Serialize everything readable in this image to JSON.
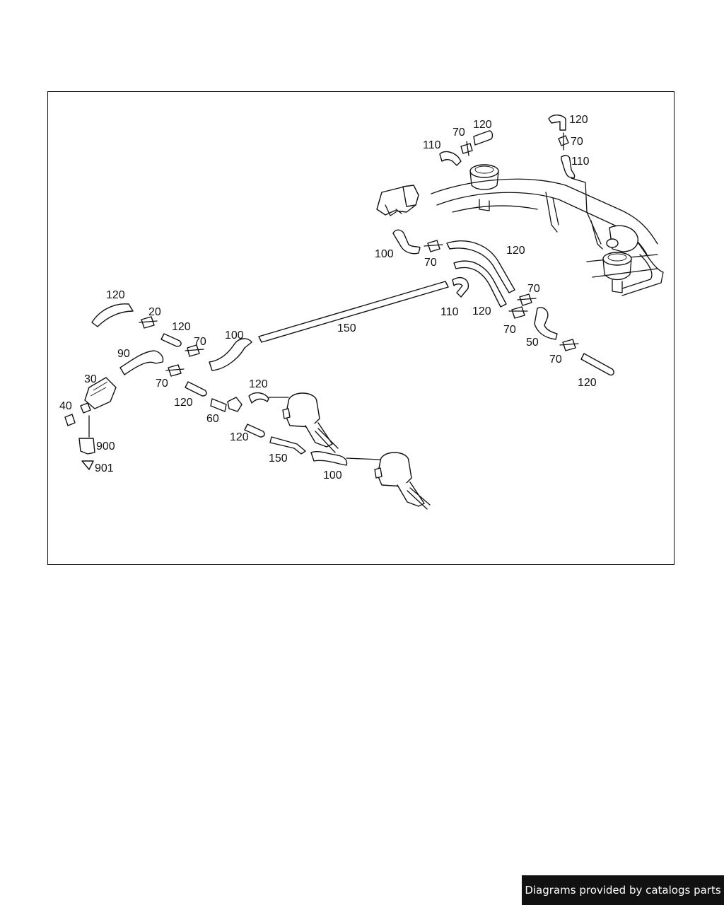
{
  "callouts": {
    "c_120_tr": "120",
    "c_70_tr": "70",
    "c_110_tr": "110",
    "c_110_tm": "110",
    "c_70_tm": "70",
    "c_120_tm": "120",
    "c_100_sensor": "100",
    "c_70_sensor": "70",
    "c_120_long": "120",
    "c_70_r1": "70",
    "c_110_r": "110",
    "c_120_r": "120",
    "c_70_r2": "70",
    "c_50": "50",
    "c_70_r3": "70",
    "c_120_br": "120",
    "c_150_main": "150",
    "c_120_l1": "120",
    "c_20": "20",
    "c_120_l2": "120",
    "c_70_l1": "70",
    "c_100_mid": "100",
    "c_90": "90",
    "c_30": "30",
    "c_70_l2": "70",
    "c_120_l3": "120",
    "c_40": "40",
    "c_60": "60",
    "c_120_valve": "120",
    "c_120_low": "120",
    "c_150_low": "150",
    "c_100_low": "100",
    "c_900": "900",
    "c_901": "901"
  },
  "footer": {
    "credit": "Diagrams provided by catalogs parts"
  }
}
